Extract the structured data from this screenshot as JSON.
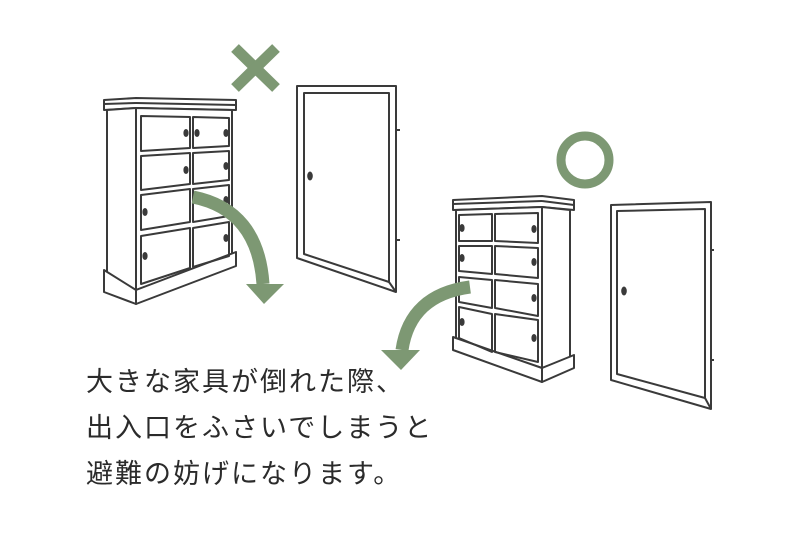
{
  "colors": {
    "accent": "#7d9873",
    "ink": "#3a3a3a",
    "text": "#2b2b2b",
    "background": "#ffffff"
  },
  "marks": {
    "bad": "cross-mark",
    "good": "circle-mark"
  },
  "caption": {
    "line1": "大きな家具が倒れた際、",
    "line2": "出入口をふさいでしまうと",
    "line3": "避難の妨げになります。"
  }
}
